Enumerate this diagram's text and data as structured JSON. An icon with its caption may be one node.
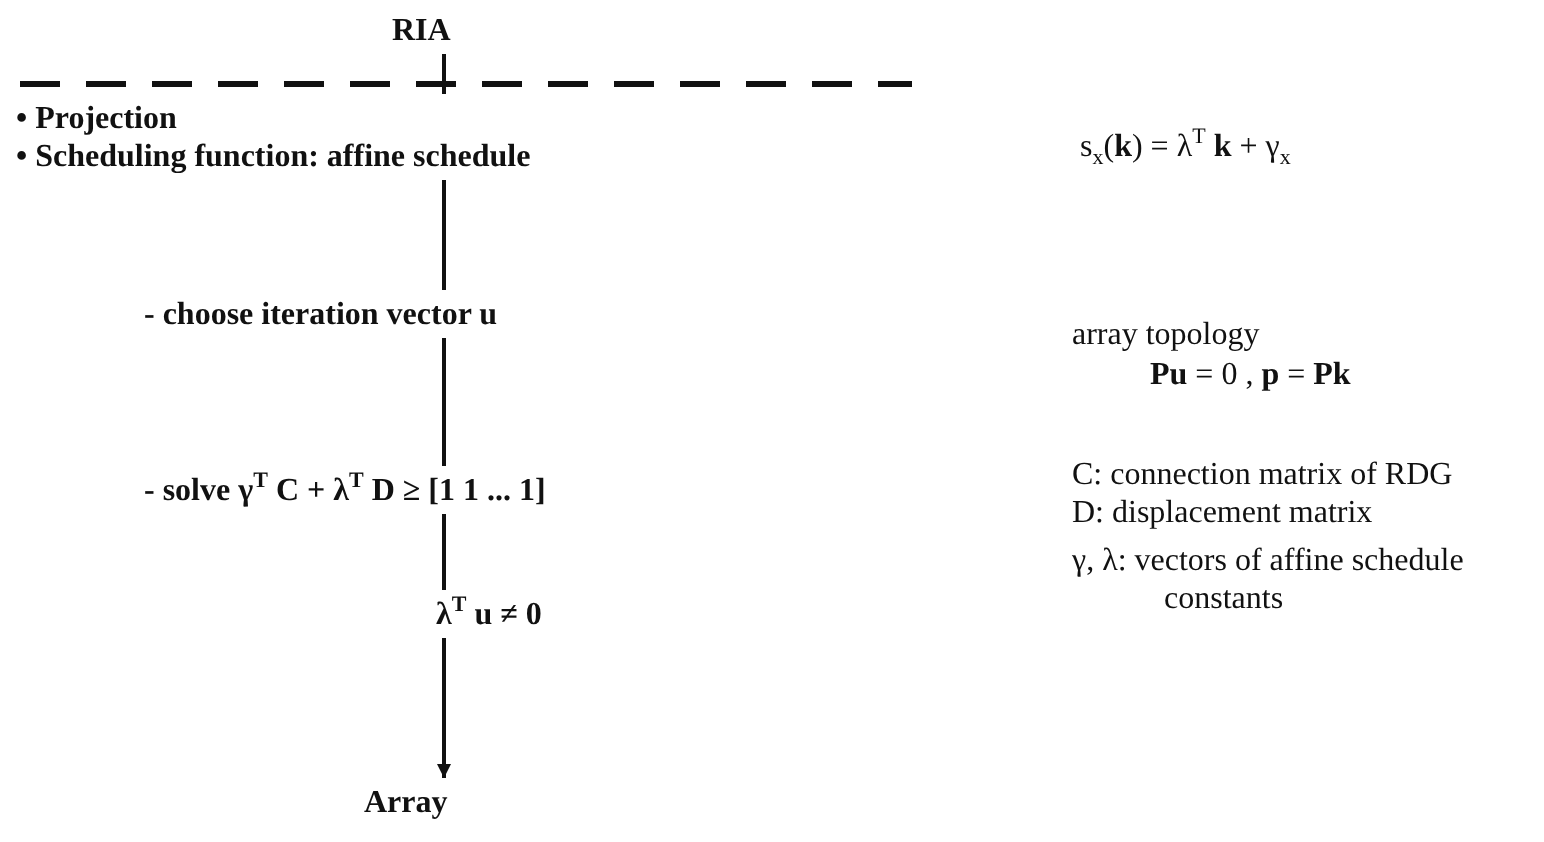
{
  "diagram": {
    "nodes": [
      {
        "text": [
          "RIA"
        ]
      },
      {
        "text": [
          "• Projection",
          "• Scheduling function: affine schedule"
        ]
      },
      {
        "text": [
          "- choose iteration vector u"
        ]
      },
      {
        "text": [
          "- solve γ$^{T}$ C + λ$^{T}$ D ≥ [1 1 ... 1]"
        ]
      },
      {
        "text": [
          "λ$^{T}$ u ≠ 0"
        ]
      },
      {
        "text": [
          "Array"
        ]
      }
    ],
    "edges": [
      {
        "from": 0,
        "to": 1,
        "arrow": "none"
      },
      {
        "from": 1,
        "to": 2,
        "arrow": "none"
      },
      {
        "from": 2,
        "to": 3,
        "arrow": "none"
      },
      {
        "from": 3,
        "to": 4,
        "arrow": "none"
      },
      {
        "from": 4,
        "to": 5,
        "arrow": "to"
      }
    ],
    "labels": [
      "s$_{x}$(**k**) = λ$^{T}$ **k** + γ$_{x}$",
      "array topology",
      "**Pu** = 0 ,  **p** = **Pk**",
      "C: connection matrix of RDG",
      "D: displacement matrix",
      "γ, λ: vectors of affine schedule constants"
    ]
  }
}
